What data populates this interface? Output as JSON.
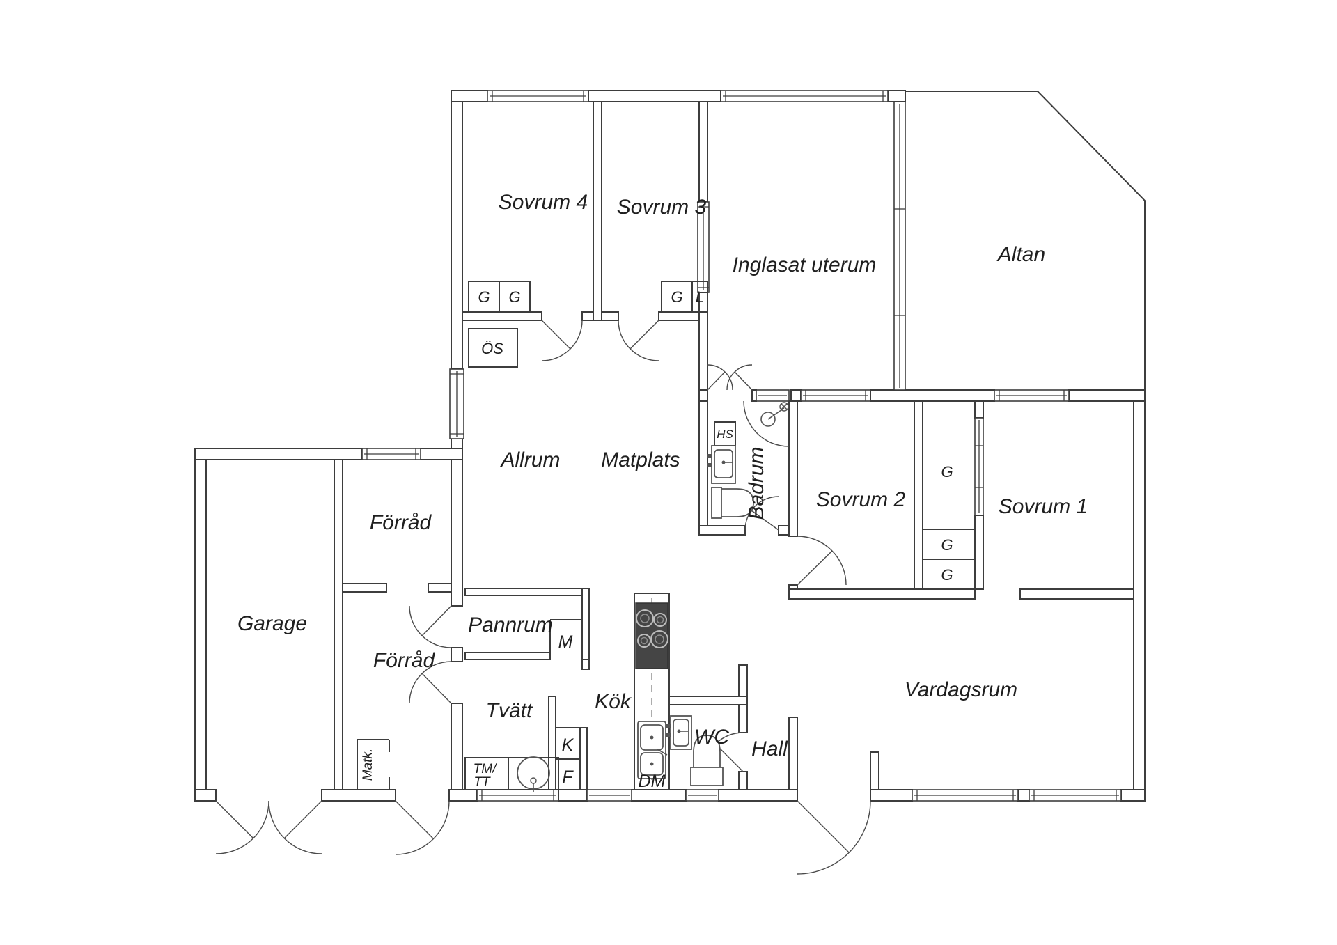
{
  "meta": {
    "type": "floor-plan",
    "language": "sv"
  },
  "colors": {
    "background": "#ffffff",
    "wall_line": "#3d3d3d",
    "fixture_line": "#555555",
    "stove_fill": "#454545",
    "text": "#1f1f1f"
  },
  "rooms": {
    "sovrum4": "Sovrum 4",
    "sovrum3": "Sovrum 3",
    "inglasat_uterum": "Inglasat uterum",
    "altan": "Altan",
    "allrum": "Allrum",
    "matplats": "Matplats",
    "badrum": "Badrum",
    "sovrum2": "Sovrum 2",
    "sovrum1": "Sovrum 1",
    "garage": "Garage",
    "forrad_upper": "Förråd",
    "forrad_lower": "Förråd",
    "pannrum": "Pannrum",
    "tvatt": "Tvätt",
    "kok": "Kök",
    "wc": "WC",
    "hall": "Hall",
    "vardagsrum": "Vardagsrum"
  },
  "storage": {
    "g_sovrum4_a": "G",
    "g_sovrum4_b": "G",
    "g_sovrum3": "G",
    "l_sovrum3": "L",
    "os": "ÖS",
    "hs": "HS",
    "g_tall": "G",
    "g_mid": "G",
    "g_low": "G",
    "matk": "Matk."
  },
  "appliances": {
    "m": "M",
    "k": "K",
    "f": "F",
    "dm": "DM",
    "tm": "TM/",
    "tt": "TT"
  }
}
